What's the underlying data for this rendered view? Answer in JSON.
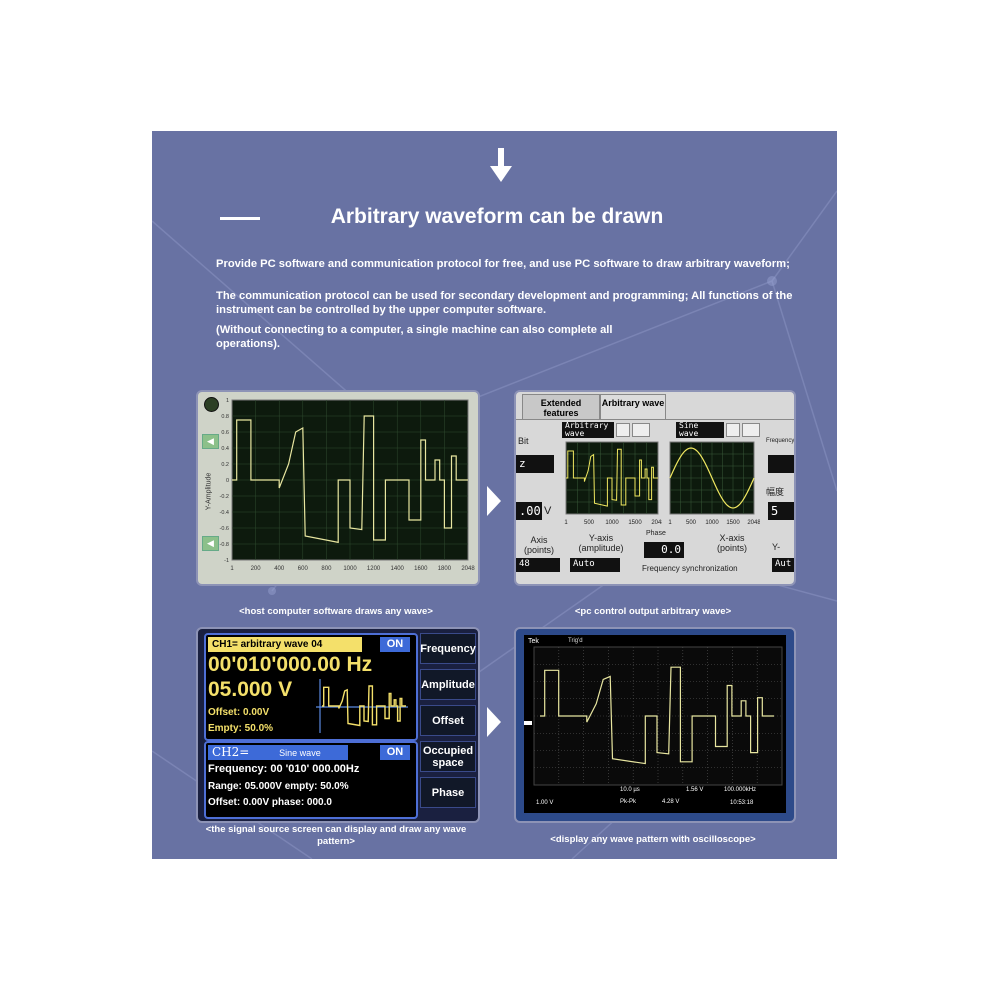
{
  "header": {
    "title": "Arbitrary waveform can be drawn",
    "paragraphs": [
      "Provide PC software and communication protocol for free, and use PC software to draw arbitrary waveform;",
      "The communication protocol can be used for secondary development and programming; All functions of the instrument can be controlled by the upper computer software.",
      "(Without connecting to a computer, a single machine can also complete all operations)."
    ]
  },
  "panels": {
    "host": {
      "caption": "<host computer software draws any wave>",
      "y_label": "Y-Amplitude",
      "y_ticks": [
        "1",
        "0.8",
        "0.6",
        "0.4",
        "0.2",
        "0",
        "-0.2",
        "-0.4",
        "-0.6",
        "-0.8",
        "-1"
      ],
      "x_ticks": [
        "1",
        "200",
        "400",
        "600",
        "800",
        "1000",
        "1200",
        "1400",
        "1600",
        "1800",
        "2048"
      ]
    },
    "pc_control": {
      "caption": "<pc control output arbitrary wave>",
      "tabs": [
        "Extended features",
        "Arbitrary wave"
      ],
      "arb_label": "Arbitrary wave",
      "sine_label": "Sine wave",
      "frequency_label": "Frequency",
      "bit_label": "Bit",
      "z_label": "z",
      "v_value": ".00",
      "v_unit": "V",
      "five_value": "5",
      "amp_cn": "幅度",
      "axis_points": "Axis (points)",
      "y_axis_amplitude": "Y-axis (amplitude)",
      "phase_label": "Phase",
      "phase_value": "0.0",
      "x_axis_points": "X-axis (points)",
      "y_partial": "Y-",
      "field_48": "48",
      "auto_1": "Auto",
      "auto_2": "Aut",
      "freq_sync": "Frequency synchronization",
      "mini_x_ticks": [
        "1",
        "500",
        "1000",
        "1500",
        "2048"
      ]
    },
    "signal_source": {
      "caption": "<the signal source screen can display and draw any wave pattern>",
      "ch1_title": "CH1= arbitrary wave 04",
      "ch1_on": "ON",
      "ch1_freq": "00'010'000.00 Hz",
      "ch1_amp": "05.000 V",
      "ch1_offset": "Offset: 0.00V",
      "ch1_empty": "Empty: 50.0%",
      "ch2_title": "CH2=",
      "ch2_wave": "Sine wave",
      "ch2_on": "ON",
      "ch2_freq": "Frequency: 00 '010' 000.00Hz",
      "ch2_range": "Range: 05.000V empty: 50.0%",
      "ch2_offset": "Offset: 0.00V phase: 000.0",
      "buttons": [
        "Frequency",
        "Amplitude",
        "Offset",
        "Occupied space",
        "Phase"
      ]
    },
    "oscilloscope": {
      "caption": "<display any wave pattern with oscilloscope>",
      "tek": "Tek",
      "run": "Trig'd",
      "bottom_left": "1.00 V",
      "m_time": "10.0 µs",
      "freq_reading": "100.000kHz",
      "ch_pk": "Pk-Pk",
      "pk_val": "4.28 V",
      "time_stamp": "10:53:18",
      "trig_val": "1.56 V"
    }
  },
  "colors": {
    "background": "#6872a3",
    "scope_bg": "#0d1a0d",
    "trace": "#e8e6a0",
    "ch1_text": "#f4e06a",
    "ch2_text": "#ffffff",
    "button_blue": "#3d6ad8"
  }
}
